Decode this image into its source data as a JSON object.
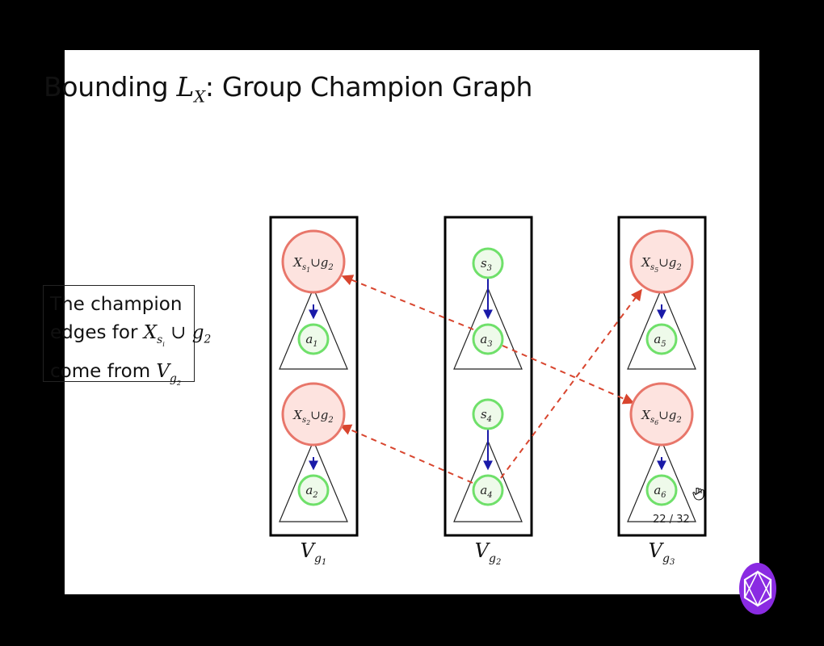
{
  "slide": {
    "title_prefix": "Bounding ",
    "title_math": "L",
    "title_math_sub": "X",
    "title_suffix": ": Group Champion Graph",
    "page_number": "22 / 32"
  },
  "callout": {
    "line1": "The champion",
    "line2_text": "edges for ",
    "line2_math_X": "X",
    "line2_math_sub": "s",
    "line2_math_subsub": "i",
    "line2_math_rest": " ∪ g",
    "line2_math_rest_sub": "2",
    "line3_text": "come from ",
    "line3_math_V": "V",
    "line3_math_sub": "g",
    "line3_math_subsub": "2"
  },
  "diagram": {
    "groups": [
      {
        "label": "V",
        "label_sub": "g",
        "label_subsub": "1",
        "nodes": [
          {
            "type": "set",
            "main": "X",
            "sub": "s",
            "subsub": "1",
            "union": "∪g",
            "union_sub": "2"
          },
          {
            "type": "item",
            "main": "a",
            "sub": "1"
          },
          {
            "type": "set",
            "main": "X",
            "sub": "s",
            "subsub": "2",
            "union": "∪g",
            "union_sub": "2"
          },
          {
            "type": "item",
            "main": "a",
            "sub": "2"
          }
        ]
      },
      {
        "label": "V",
        "label_sub": "g",
        "label_subsub": "2",
        "nodes": [
          {
            "type": "item",
            "main": "s",
            "sub": "3"
          },
          {
            "type": "item",
            "main": "a",
            "sub": "3"
          },
          {
            "type": "item",
            "main": "s",
            "sub": "4"
          },
          {
            "type": "item",
            "main": "a",
            "sub": "4"
          }
        ]
      },
      {
        "label": "V",
        "label_sub": "g",
        "label_subsub": "3",
        "nodes": [
          {
            "type": "set",
            "main": "X",
            "sub": "s",
            "subsub": "5",
            "union": "∪g",
            "union_sub": "2"
          },
          {
            "type": "item",
            "main": "a",
            "sub": "5"
          },
          {
            "type": "set",
            "main": "X",
            "sub": "s",
            "subsub": "6",
            "union": "∪g",
            "union_sub": "2"
          },
          {
            "type": "item",
            "main": "a",
            "sub": "6"
          }
        ]
      }
    ],
    "colors": {
      "set_fill": "#fde3df",
      "set_stroke": "#e8766a",
      "item_fill": "#eefaea",
      "item_stroke": "#6fe06a",
      "tree_arrow": "#1a1aa8",
      "champion_edge": "#d8452e",
      "box_stroke": "#000000"
    },
    "champion_edges": [
      {
        "from": "a3",
        "to": "X_s1 ∪ g2"
      },
      {
        "from": "a3",
        "to": "X_s6 ∪ g2"
      },
      {
        "from": "a4",
        "to": "X_s2 ∪ g2"
      },
      {
        "from": "a4",
        "to": "X_s5 ∪ g2"
      }
    ]
  },
  "icons": {
    "cursor": "hand-pointer-icon",
    "logo": "purple-hexagon-logo"
  }
}
